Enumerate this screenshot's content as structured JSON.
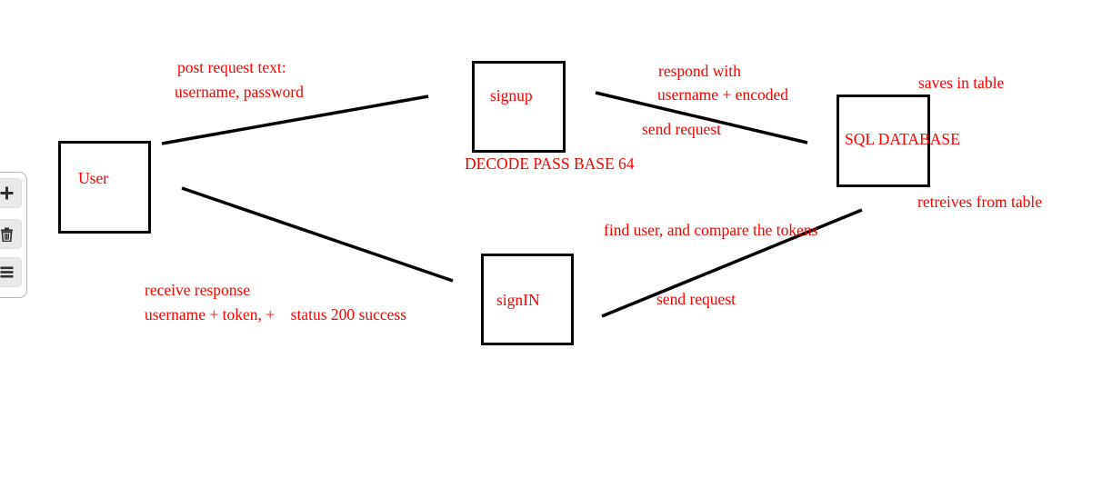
{
  "colors": {
    "annotation_text": "#ff0000",
    "shape_stroke": "#000000",
    "canvas_background": "#ffffff",
    "toolbar_button_bg": "#e9e9e9",
    "toolbar_icon": "#2e2e2e"
  },
  "toolbar": {
    "buttons": [
      {
        "name": "add",
        "icon": "plus-icon"
      },
      {
        "name": "delete",
        "icon": "trash-icon"
      },
      {
        "name": "menu",
        "icon": "menu-icon"
      }
    ]
  },
  "diagram": {
    "nodes": [
      {
        "id": "user",
        "label": "User"
      },
      {
        "id": "signup",
        "label": "signup"
      },
      {
        "id": "signin",
        "label": "signIN"
      },
      {
        "id": "sql-database",
        "label": "SQL DATABASE"
      }
    ],
    "labels": [
      {
        "id": "post-request-line1",
        "text": "post request text:"
      },
      {
        "id": "post-request-line2",
        "text": "username, password"
      },
      {
        "id": "respond-with-line1",
        "text": "respond with"
      },
      {
        "id": "respond-with-line2",
        "text": "username + encoded"
      },
      {
        "id": "send-request-signup",
        "text": "send request"
      },
      {
        "id": "saves-in-table",
        "text": "saves in table"
      },
      {
        "id": "decode-pass-base64",
        "text": "DECODE PASS BASE 64"
      },
      {
        "id": "retreives-from-table",
        "text": "retreives from table"
      },
      {
        "id": "find-user-compare",
        "text": "find user, and compare the tokens"
      },
      {
        "id": "send-request-signin",
        "text": "send request"
      },
      {
        "id": "receive-response-line1",
        "text": "receive response"
      },
      {
        "id": "receive-response-line2",
        "text": "username + token, +    status 200 success"
      }
    ],
    "edges": [
      {
        "from": "user",
        "to": "signup"
      },
      {
        "from": "signup",
        "to": "sql-database"
      },
      {
        "from": "user",
        "to": "signin"
      },
      {
        "from": "signin",
        "to": "sql-database"
      }
    ]
  }
}
